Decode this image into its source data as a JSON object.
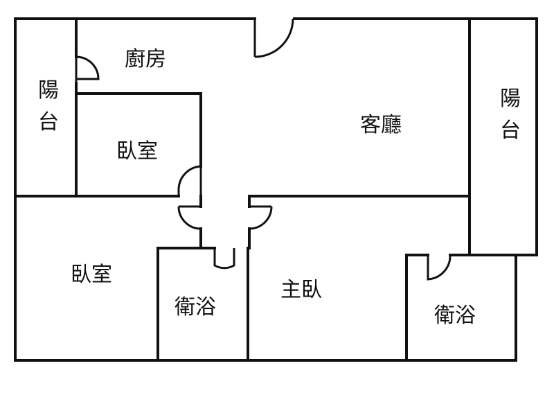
{
  "colors": {
    "background": "#ffffff",
    "wall": "#111111",
    "text": "#111111"
  },
  "rooms": {
    "balcony_left": {
      "line1": "陽",
      "line2": "台"
    },
    "kitchen": {
      "label": "廚房"
    },
    "living_room": {
      "label": "客廳"
    },
    "balcony_right": {
      "line1": "陽",
      "line2": "台"
    },
    "bedroom_upper": {
      "label": "臥室"
    },
    "bedroom_lower": {
      "label": "臥室"
    },
    "bathroom_left": {
      "label": "衛浴"
    },
    "master_bedroom": {
      "label": "主臥"
    },
    "bathroom_right": {
      "label": "衛浴"
    }
  }
}
